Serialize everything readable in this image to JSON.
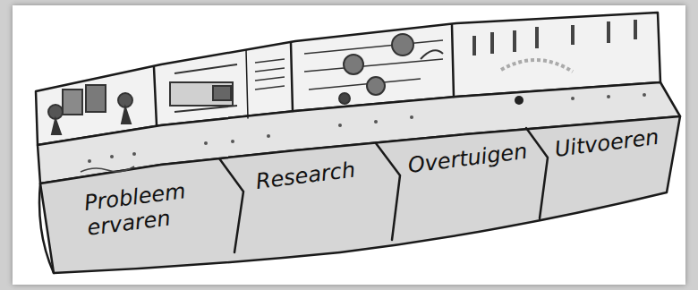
{
  "diagram": {
    "nodes": [
      {
        "text": [
          "Probleem ervaren"
        ]
      },
      {
        "text": [
          "Research"
        ]
      },
      {
        "text": [
          "Overtuigen"
        ]
      },
      {
        "text": [
          "Uitvoeren"
        ]
      }
    ]
  }
}
